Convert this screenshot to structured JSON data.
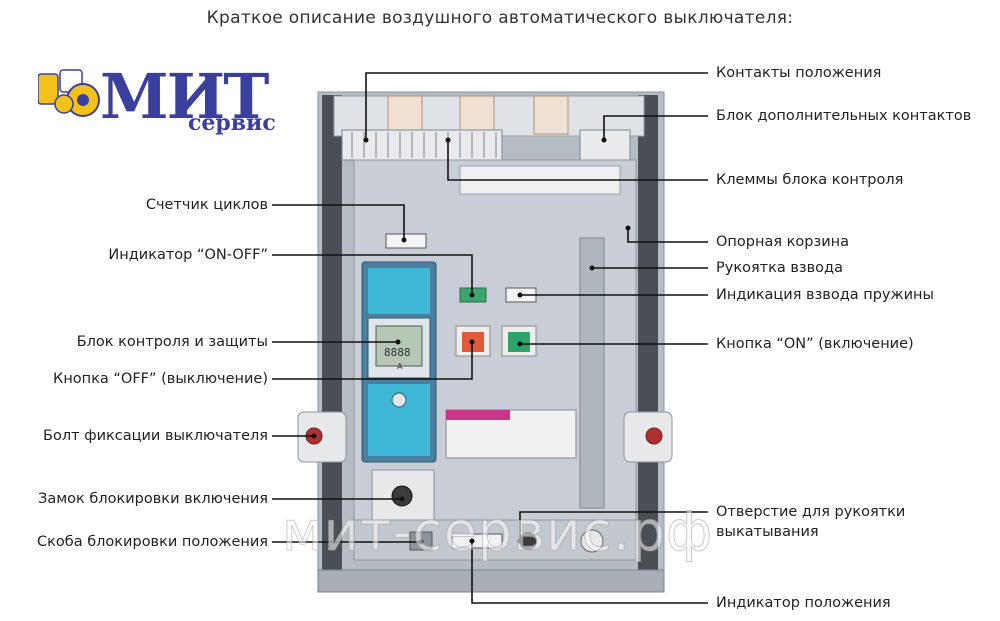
{
  "title": "Краткое описание воздушного автоматического выключателя:",
  "logo": {
    "top": "МИТ",
    "bottom": "сервис"
  },
  "watermark": "мит-сервис.рф",
  "device": {
    "gauge_lcd": "8888",
    "gauge_unit": "A"
  },
  "labels_left": [
    "Счетчик циклов",
    "Индикатор “ON-OFF”",
    "Блок контроля и защиты",
    "Кнопка “OFF” (выключение)",
    "Болт фиксации выключателя",
    "Замок блокировки включения",
    "Скоба блокировки положения"
  ],
  "labels_right": [
    "Контакты положения",
    "Блок дополнительных контактов",
    "Клеммы блока контроля",
    "Опорная корзина",
    "Рукоятка взвода",
    "Индикация взвода пружины",
    "Кнопка “ON” (включение)",
    "Отверстие для рукоятки",
    "выкатывания",
    "Индикатор положения"
  ],
  "colors": {
    "line": "#111111",
    "body": "#c9ced6",
    "panel": "#3fb7d6",
    "off_button": "#e05a3a",
    "on_button": "#2fa36b",
    "logo_blue": "#3a3f9e",
    "logo_yellow": "#f2c21a"
  }
}
